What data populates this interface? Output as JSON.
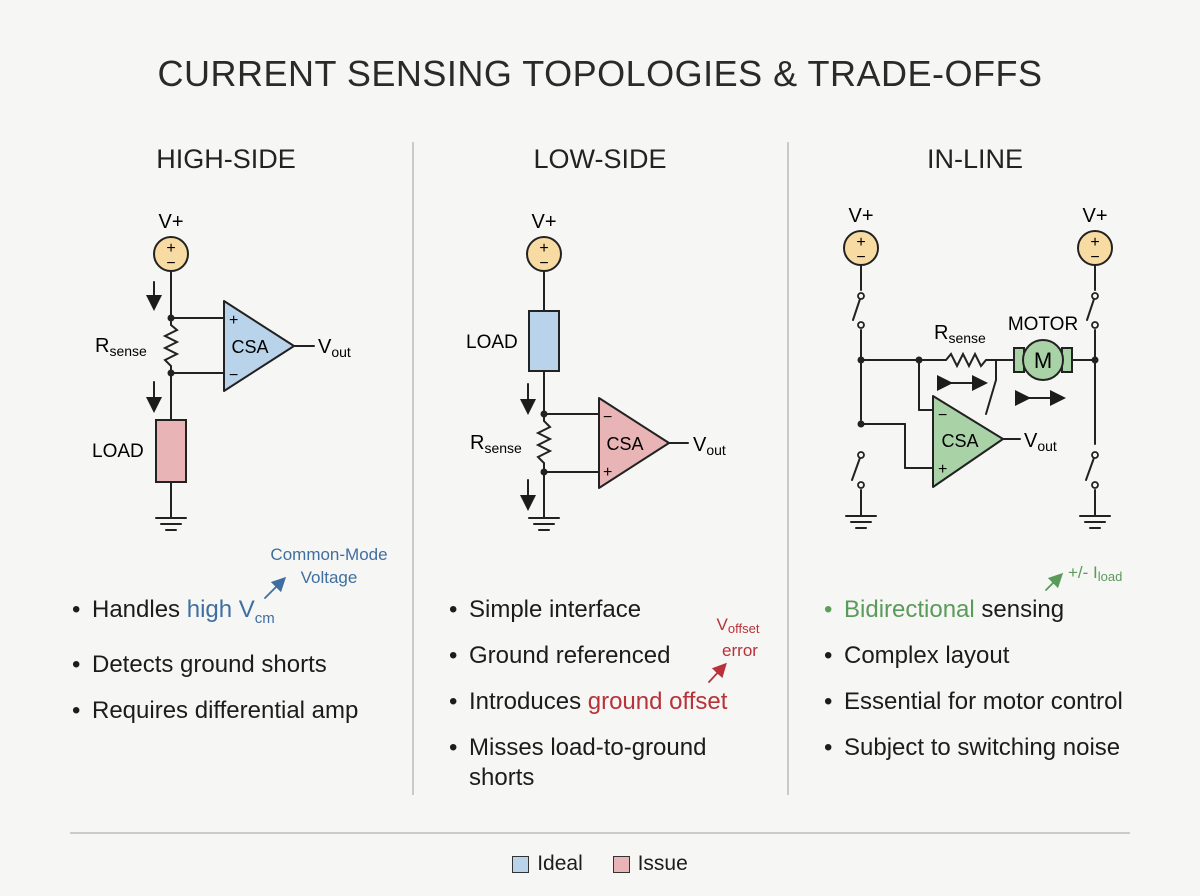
{
  "title": "CURRENT SENSING TOPOLOGIES & TRADE-OFFS",
  "colors": {
    "ideal": "#b9d3ea",
    "issue": "#e8b4b6",
    "inline_amp": "#a9d3a7",
    "source": "#f7dba3",
    "blue_text": "#3f6fa0",
    "red_text": "#b8323a",
    "green_text": "#5a9a5a"
  },
  "columns": [
    {
      "heading": "HIGH-SIDE",
      "labels": {
        "supply": "V+",
        "rsense": "R",
        "rsense_sub": "sense",
        "amp": "CSA",
        "vout": "V",
        "vout_sub": "out",
        "load": "LOAD",
        "plus": "+",
        "minus": "−"
      },
      "annotation": {
        "line1": "Common-Mode",
        "line2": "Voltage"
      },
      "bullets": [
        {
          "pre": "Handles ",
          "hl": "high V",
          "hl_sub": "cm"
        },
        {
          "pre": "Detects ground shorts"
        },
        {
          "pre": "Requires differential amp"
        }
      ]
    },
    {
      "heading": "LOW-SIDE",
      "labels": {
        "supply": "V+",
        "rsense": "R",
        "rsense_sub": "sense",
        "amp": "CSA",
        "vout": "V",
        "vout_sub": "out",
        "load": "LOAD",
        "plus": "+",
        "minus": "−"
      },
      "annotation": {
        "line1": "V",
        "line1_sub": "offset",
        "line2": "error"
      },
      "bullets": [
        {
          "pre": "Simple interface"
        },
        {
          "pre": "Ground referenced"
        },
        {
          "pre": "Introduces ",
          "hl": "ground offset"
        },
        {
          "pre": "Misses load-to-ground shorts"
        }
      ]
    },
    {
      "heading": "IN-LINE",
      "labels": {
        "supply_left": "V+",
        "supply_right": "V+",
        "rsense": "R",
        "rsense_sub": "sense",
        "motor": "MOTOR",
        "motor_symbol": "M",
        "amp": "CSA",
        "vout": "V",
        "vout_sub": "out",
        "plus": "+",
        "minus": "−"
      },
      "annotation": {
        "line1": "+/- I",
        "line1_sub": "load"
      },
      "bullets": [
        {
          "hl": "Bidirectional",
          "post": " sensing"
        },
        {
          "pre": "Complex layout"
        },
        {
          "pre": "Essential for motor control"
        },
        {
          "pre": "Subject to switching noise"
        }
      ]
    }
  ],
  "legend": [
    {
      "label": "Ideal",
      "color": "#b9d3ea"
    },
    {
      "label": "Issue",
      "color": "#e8b4b6"
    }
  ]
}
